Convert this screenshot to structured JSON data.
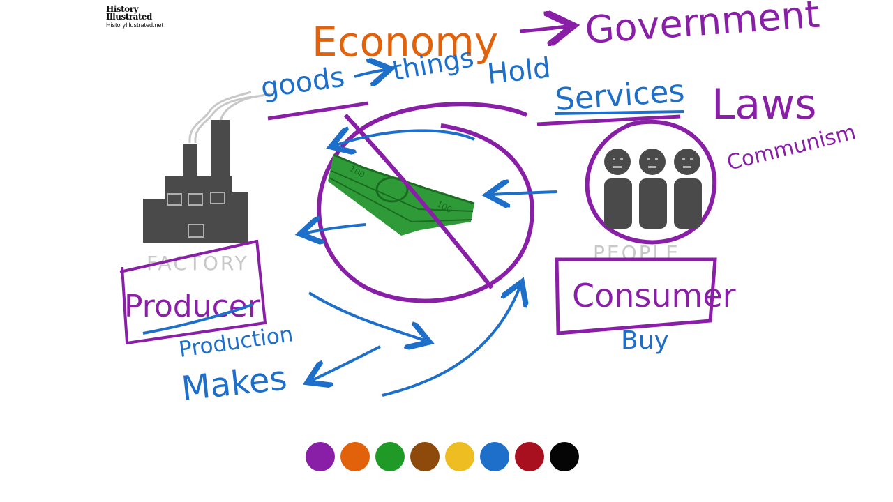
{
  "logo": {
    "title_line1": "History",
    "title_line2": "Illustrated",
    "url": "HistoryIllustrated.net"
  },
  "labels": {
    "economy": "Economy",
    "government": "Government",
    "goods": "goods",
    "things": "things",
    "hold": "Hold",
    "services": "Services",
    "laws": "Laws",
    "communism": "Communism",
    "factory": "FACTORY",
    "people": "PEOPLE",
    "producer": "Producer",
    "consumer": "Consumer",
    "production": "Production",
    "makes": "Makes",
    "buy": "Buy",
    "bill_value": "100"
  },
  "icons": {
    "factory": "factory-icon",
    "people": "people-icon",
    "money": "money-stack-icon"
  },
  "colors": {
    "purple": "#8a1fa7",
    "orange": "#e2620b",
    "green": "#1f9a26",
    "brown": "#8e4a0b",
    "yellow": "#eebd22",
    "blue": "#1d6fc9",
    "red": "#a8101f",
    "black": "#050505",
    "dark_gray": "#4a4a4a",
    "light_gray": "#c8c8c8",
    "money_green": "#2f9b38"
  },
  "palette": [
    {
      "name": "purple",
      "color": "#8a1fa7"
    },
    {
      "name": "orange",
      "color": "#e2620b"
    },
    {
      "name": "green",
      "color": "#1f9a26"
    },
    {
      "name": "brown",
      "color": "#8e4a0b"
    },
    {
      "name": "yellow",
      "color": "#eebd22"
    },
    {
      "name": "blue",
      "color": "#1d6fc9"
    },
    {
      "name": "red",
      "color": "#a8101f"
    },
    {
      "name": "black",
      "color": "#050505"
    }
  ]
}
